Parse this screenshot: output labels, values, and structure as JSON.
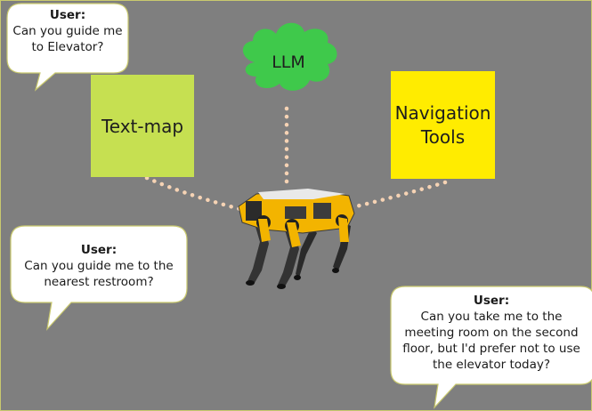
{
  "colors": {
    "background": "#7f7f7f",
    "frame": "#c9c96e",
    "bubble_fill": "#ffffff",
    "bubble_stroke": "#c9c96e",
    "text_map_fill": "#c6e051",
    "navigation_fill": "#ffec00",
    "llm_fill": "#3fc94b",
    "connector_dots": "#f6d3b4",
    "robot_body": "#f3b400"
  },
  "nodes": {
    "llm": {
      "label": "LLM",
      "shape": "cloud"
    },
    "text_map": {
      "label": "Text-map",
      "shape": "square"
    },
    "navigation_tools": {
      "label": "Navigation\nTools",
      "shape": "square"
    },
    "robot": {
      "icon": "quadruped-robot-dog-icon"
    }
  },
  "bubbles": {
    "top_left": {
      "speaker": "User:",
      "message": "Can you guide me\nto Elevator?"
    },
    "middle_left": {
      "speaker": "User:",
      "message": "Can you guide me to the\nnearest restroom?"
    },
    "bottom_right": {
      "speaker": "User:",
      "message": "Can you take me to the\nmeeting room on the second\nfloor, but I'd prefer not to use\nthe elevator today?"
    }
  }
}
